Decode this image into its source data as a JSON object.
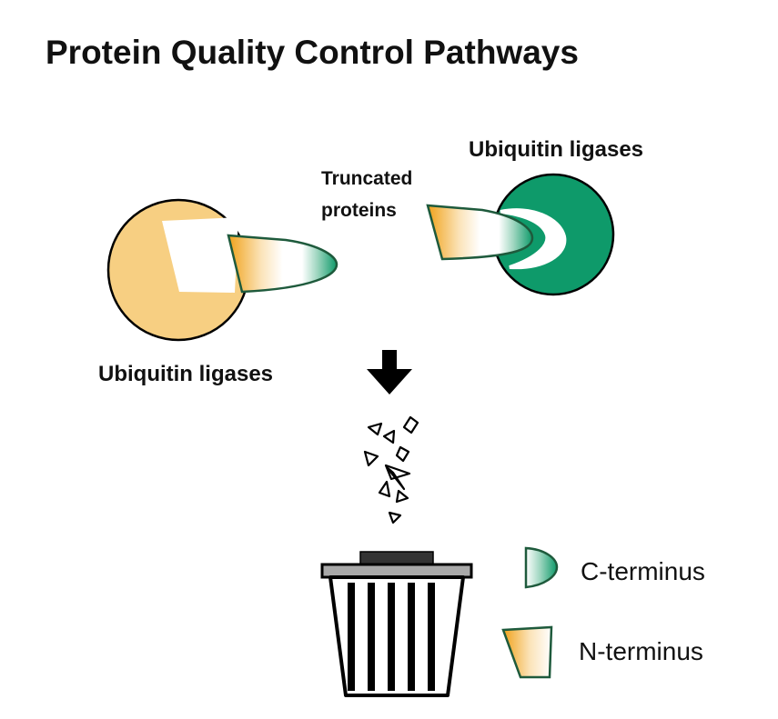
{
  "title": "Protein Quality Control Pathways",
  "labels": {
    "ubiquitin_ligases_right": "Ubiquitin ligases",
    "truncated_line1": "Truncated",
    "truncated_line2": "proteins",
    "ubiquitin_ligases_left": "Ubiquitin ligases"
  },
  "legend": {
    "c_terminus": "C-terminus",
    "n_terminus": "N-terminus"
  },
  "colors": {
    "c_terminus_green": "#0e9a6a",
    "n_terminus_orange": "#f0a21a",
    "ligase_left_fill": "#f7cf82",
    "ligase_right_fill": "#0e9a6a",
    "outline": "#000000",
    "protein_outline": "#1e5a3c",
    "trash_lid": "#a9a9a9"
  }
}
